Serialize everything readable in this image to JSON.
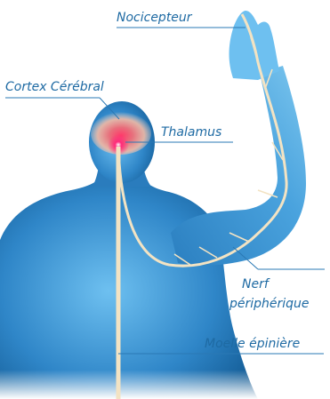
{
  "labels": {
    "nocicepteur": "Nocicepteur",
    "cortex": "Cortex Cérébral",
    "thalamus": "Thalamus",
    "nerf_line1": "Nerf",
    "nerf_line2": "périphérique",
    "moelle": "Moelle épinière"
  },
  "colors": {
    "label_text": "#1e6aa3",
    "leader_line": "#2a78b4",
    "body_dark": "#0b4f86",
    "body_light": "#5fb0e6",
    "nerve": "#f3e3c3",
    "brain_glow": "#e25a6a"
  }
}
